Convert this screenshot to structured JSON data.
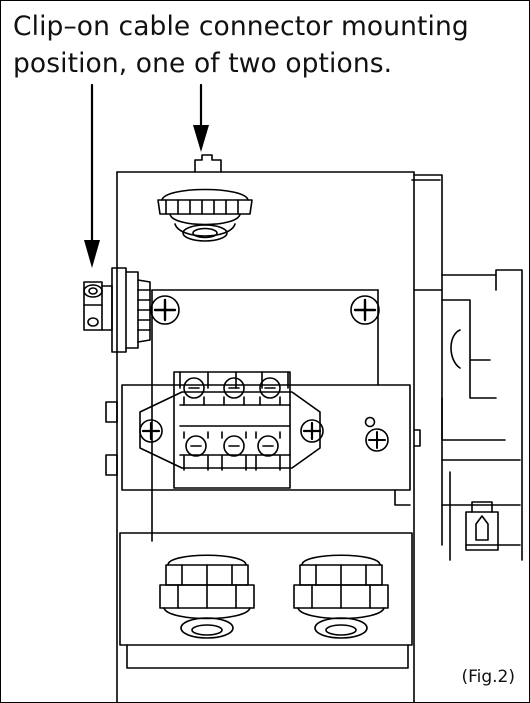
{
  "caption": {
    "line1": "Clip–on cable connector mounting",
    "line2": "position, one of two options."
  },
  "figure_label": "(Fig.2)"
}
